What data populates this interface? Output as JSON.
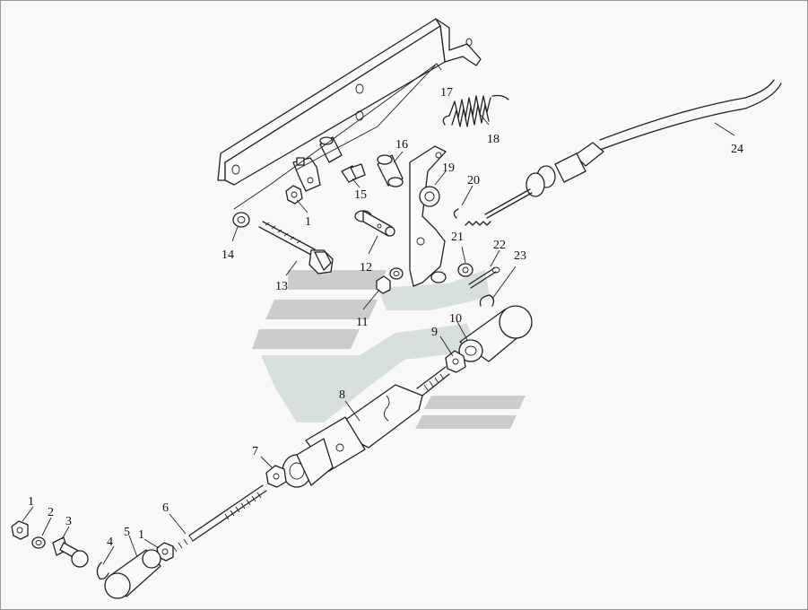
{
  "callouts": {
    "c1a": "1",
    "c1b": "1",
    "c1c": "1",
    "c2": "2",
    "c3": "3",
    "c4": "4",
    "c5": "5",
    "c6": "6",
    "c7": "7",
    "c8": "8",
    "c9": "9",
    "c10": "10",
    "c11": "11",
    "c12": "12",
    "c13": "13",
    "c14": "14",
    "c15": "15",
    "c16": "16",
    "c17": "17",
    "c18": "18",
    "c19": "19",
    "c20": "20",
    "c21": "21",
    "c22": "22",
    "c23": "23",
    "c24": "24"
  },
  "colors": {
    "line": "#222222",
    "watermark_gray": "#a8aaa6",
    "watermark_teal": "#b9c9c9"
  }
}
